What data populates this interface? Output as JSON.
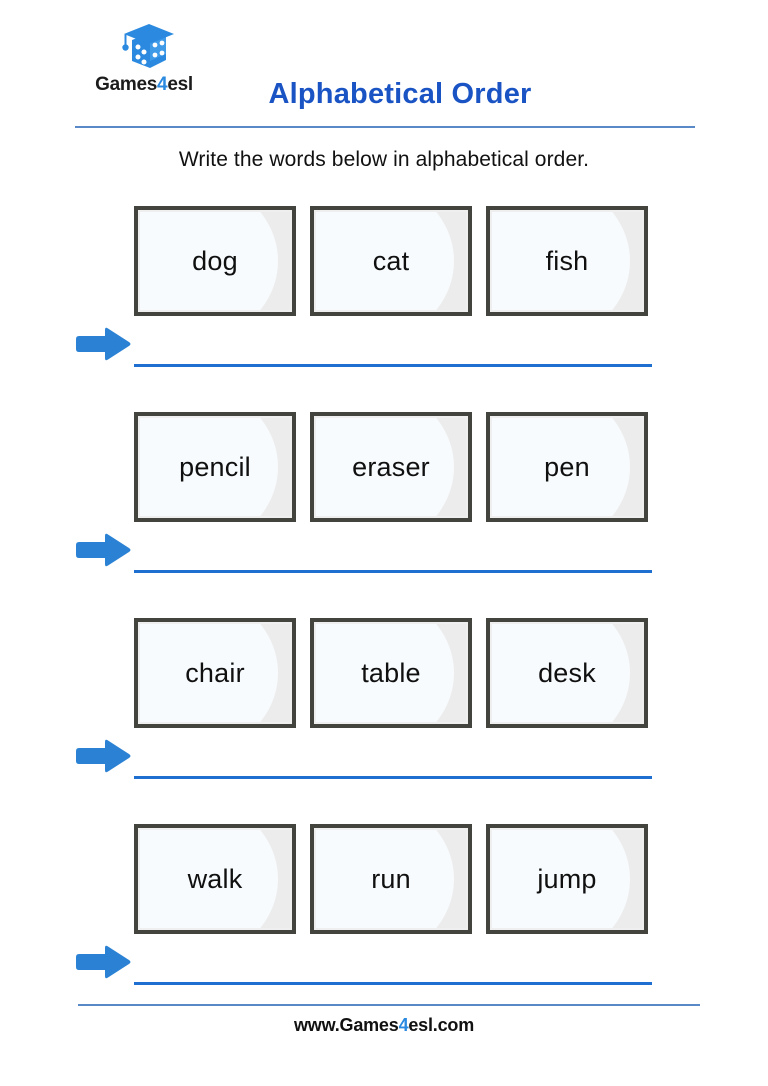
{
  "brand": {
    "logo_icon": "graduation-cap-dice-icon",
    "name_before": "Games",
    "name_accent": "4",
    "name_after": "esl"
  },
  "header": {
    "title": "Alphabetical Order",
    "instruction": "Write the words below in alphabetical order."
  },
  "colors": {
    "title_blue": "#1a54c4",
    "accent_blue": "#2b8ae0",
    "arrow_blue": "#2b82d4",
    "line_blue": "#1f6fd0",
    "rule_blue": "#5a89c8",
    "card_border": "#44443f",
    "card_fill": "#f7fbfd"
  },
  "rows": [
    {
      "arrow_icon": "arrow-right-icon",
      "words": [
        "dog",
        "cat",
        "fish"
      ],
      "answer": ""
    },
    {
      "arrow_icon": "arrow-right-icon",
      "words": [
        "pencil",
        "eraser",
        "pen"
      ],
      "answer": ""
    },
    {
      "arrow_icon": "arrow-right-icon",
      "words": [
        "chair",
        "table",
        "desk"
      ],
      "answer": ""
    },
    {
      "arrow_icon": "arrow-right-icon",
      "words": [
        "walk",
        "run",
        "jump"
      ],
      "answer": ""
    }
  ],
  "footer": {
    "url_before": "www.Games",
    "url_accent": "4",
    "url_after": "esl.com"
  }
}
